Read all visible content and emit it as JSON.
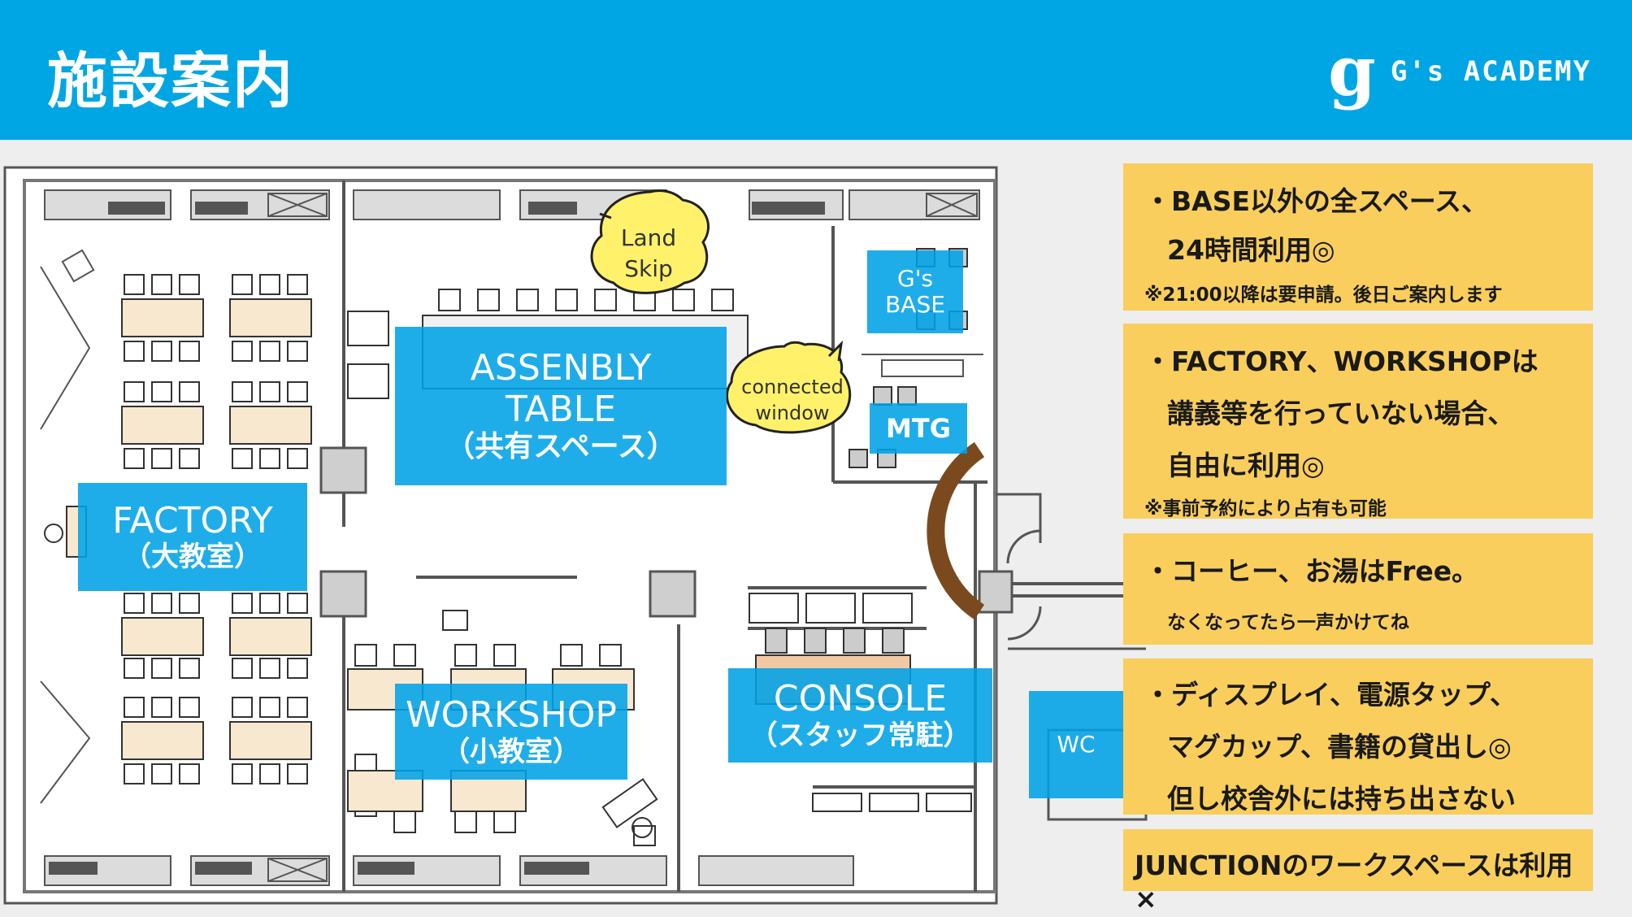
{
  "header": {
    "title": "施設案内",
    "logo_mark": "g",
    "logo_text": "G's ACADEMY"
  },
  "floorplan": {
    "rooms": {
      "assembly": {
        "en1": "ASSENBLY",
        "en2": "TABLE",
        "jp": "（共有スペース）"
      },
      "factory": {
        "en": "FACTORY",
        "jp": "（大教室）"
      },
      "workshop": {
        "en": "WORKSHOP",
        "jp": "（小教室）"
      },
      "console": {
        "en": "CONSOLE",
        "jp": "（スタッフ常駐）"
      },
      "gsbase": {
        "l1": "G's",
        "l2": "BASE"
      },
      "mtg": "MTG",
      "wc": "WC"
    },
    "bubbles": {
      "landskip": {
        "l1": "Land",
        "l2": "Skip"
      },
      "connected": {
        "l1": "connected",
        "l2": "window"
      }
    }
  },
  "notes": {
    "n1": {
      "l1": "・BASE以外の全スペース、",
      "l2": "24時間利用◎",
      "small": "※21:00以降は要申請。後日ご案内します"
    },
    "n2": {
      "l1": "・FACTORY、WORKSHOPは",
      "l2": "講義等を行っていない場合、",
      "l3": "自由に利用◎",
      "small": "※事前予約により占有も可能"
    },
    "n3": {
      "l1": "・コーヒー、お湯はFree。",
      "small": "なくなってたら一声かけてね"
    },
    "n4": {
      "l1": "・ディスプレイ、電源タップ、",
      "l2": "マグカップ、書籍の貸出し◎",
      "l3": "但し校舎外には持ち出さない"
    },
    "n5": {
      "l1": "JUNCTIONのワークスペースは利用×"
    }
  },
  "colors": {
    "header": "#00a6e3",
    "label": "#00a2e6",
    "note": "#f9ce5c",
    "desk": "#f8e8cf",
    "console_desk": "#f2c9a3",
    "bubble": "#fff26a",
    "door": "#7a4a1e"
  }
}
